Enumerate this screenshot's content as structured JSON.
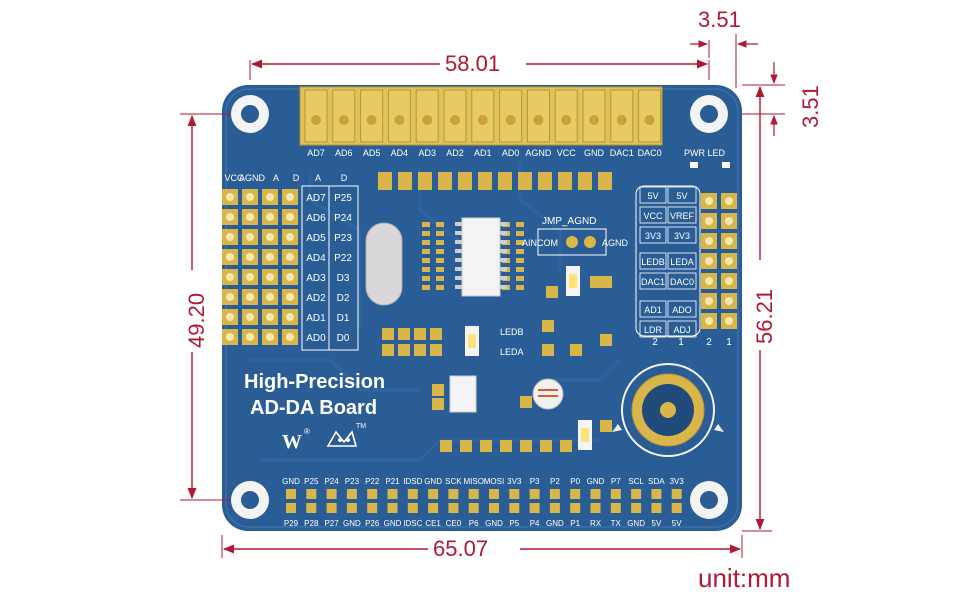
{
  "dimensions": {
    "width_top": "58.01",
    "hole_offset_x": "3.51",
    "hole_offset_y": "3.51",
    "height_left": "49.20",
    "height_right": "56.21",
    "width_bottom": "65.07",
    "unit": "unit:mm"
  },
  "board": {
    "title_line1": "High-Precision",
    "title_line2": "AD-DA Board",
    "brand_tm": "®",
    "logo_tm": "TM",
    "colors": {
      "pcb": "#2a5d95",
      "pcb_dark": "#1f4a7a",
      "gold": "#d9b64a",
      "dim": "#b01835"
    },
    "top_header_labels": [
      "AD7",
      "AD6",
      "AD5",
      "AD4",
      "AD3",
      "AD2",
      "AD1",
      "AD0",
      "AGND",
      "VCC",
      "GND",
      "DAC1",
      "DAC0"
    ],
    "pwr_led": "PWR LED",
    "left_col_headers": [
      "VCC",
      "AGND",
      "A",
      "D",
      "A",
      "D"
    ],
    "left_labels_a": [
      "AD7",
      "AD6",
      "AD5",
      "AD4",
      "AD3",
      "AD2",
      "AD1",
      "AD0"
    ],
    "left_labels_d": [
      "P25",
      "P24",
      "P23",
      "P22",
      "D3",
      "D2",
      "D1",
      "D0"
    ],
    "right_labels_left": [
      "5V",
      "VCC",
      "3V3",
      "LEDB",
      "DAC1",
      "AD1",
      "LDR"
    ],
    "right_labels_right": [
      "5V",
      "VREF",
      "3V3",
      "LEDA",
      "DAC0",
      "ADO",
      "ADJ"
    ],
    "right_col_nums": [
      "2",
      "1",
      "2",
      "1"
    ],
    "jmp_label": "JMP_AGND",
    "aincom": "AINCOM",
    "agnd": "AGND",
    "ledb": "LEDB",
    "leda": "LEDA",
    "gpio_top": [
      "GND",
      "P25",
      "P24",
      "P23",
      "P22",
      "P21",
      "IDSD",
      "GND",
      "SCK",
      "MISO",
      "MOSI",
      "3V3",
      "P3",
      "P2",
      "P0",
      "GND",
      "P7",
      "SCL",
      "SDA",
      "3V3"
    ],
    "gpio_bottom": [
      "P29",
      "P28",
      "P27",
      "GND",
      "P26",
      "GND",
      "IDSC",
      "CE1",
      "CE0",
      "P6",
      "GND",
      "P5",
      "P4",
      "GND",
      "P1",
      "RX",
      "TX",
      "GND",
      "5V",
      "5V"
    ]
  }
}
